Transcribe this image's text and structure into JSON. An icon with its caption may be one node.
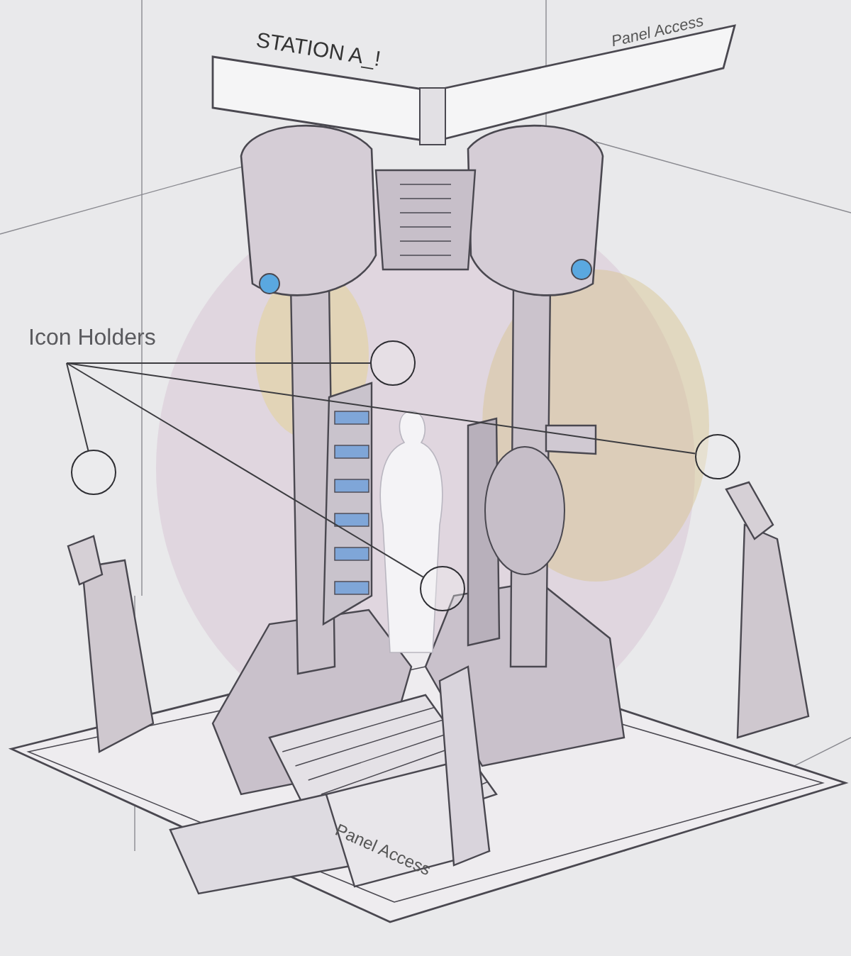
{
  "diagram": {
    "nodes": [
      {
        "text": [
          "Icon Holders"
        ]
      },
      {
        "text": [],
        "shape": "circle"
      },
      {
        "text": [],
        "shape": "circle"
      },
      {
        "text": [],
        "shape": "circle"
      },
      {
        "text": [],
        "shape": "circle"
      }
    ],
    "edges": [
      {
        "from": 0,
        "to": 1,
        "arrow": "none"
      },
      {
        "from": 0,
        "to": 2,
        "arrow": "none"
      },
      {
        "from": 0,
        "to": 3,
        "arrow": "none"
      },
      {
        "from": 0,
        "to": 4,
        "arrow": "none"
      }
    ],
    "labels": [
      "STATION A_!",
      "Panel Access",
      "Panel Access"
    ]
  }
}
